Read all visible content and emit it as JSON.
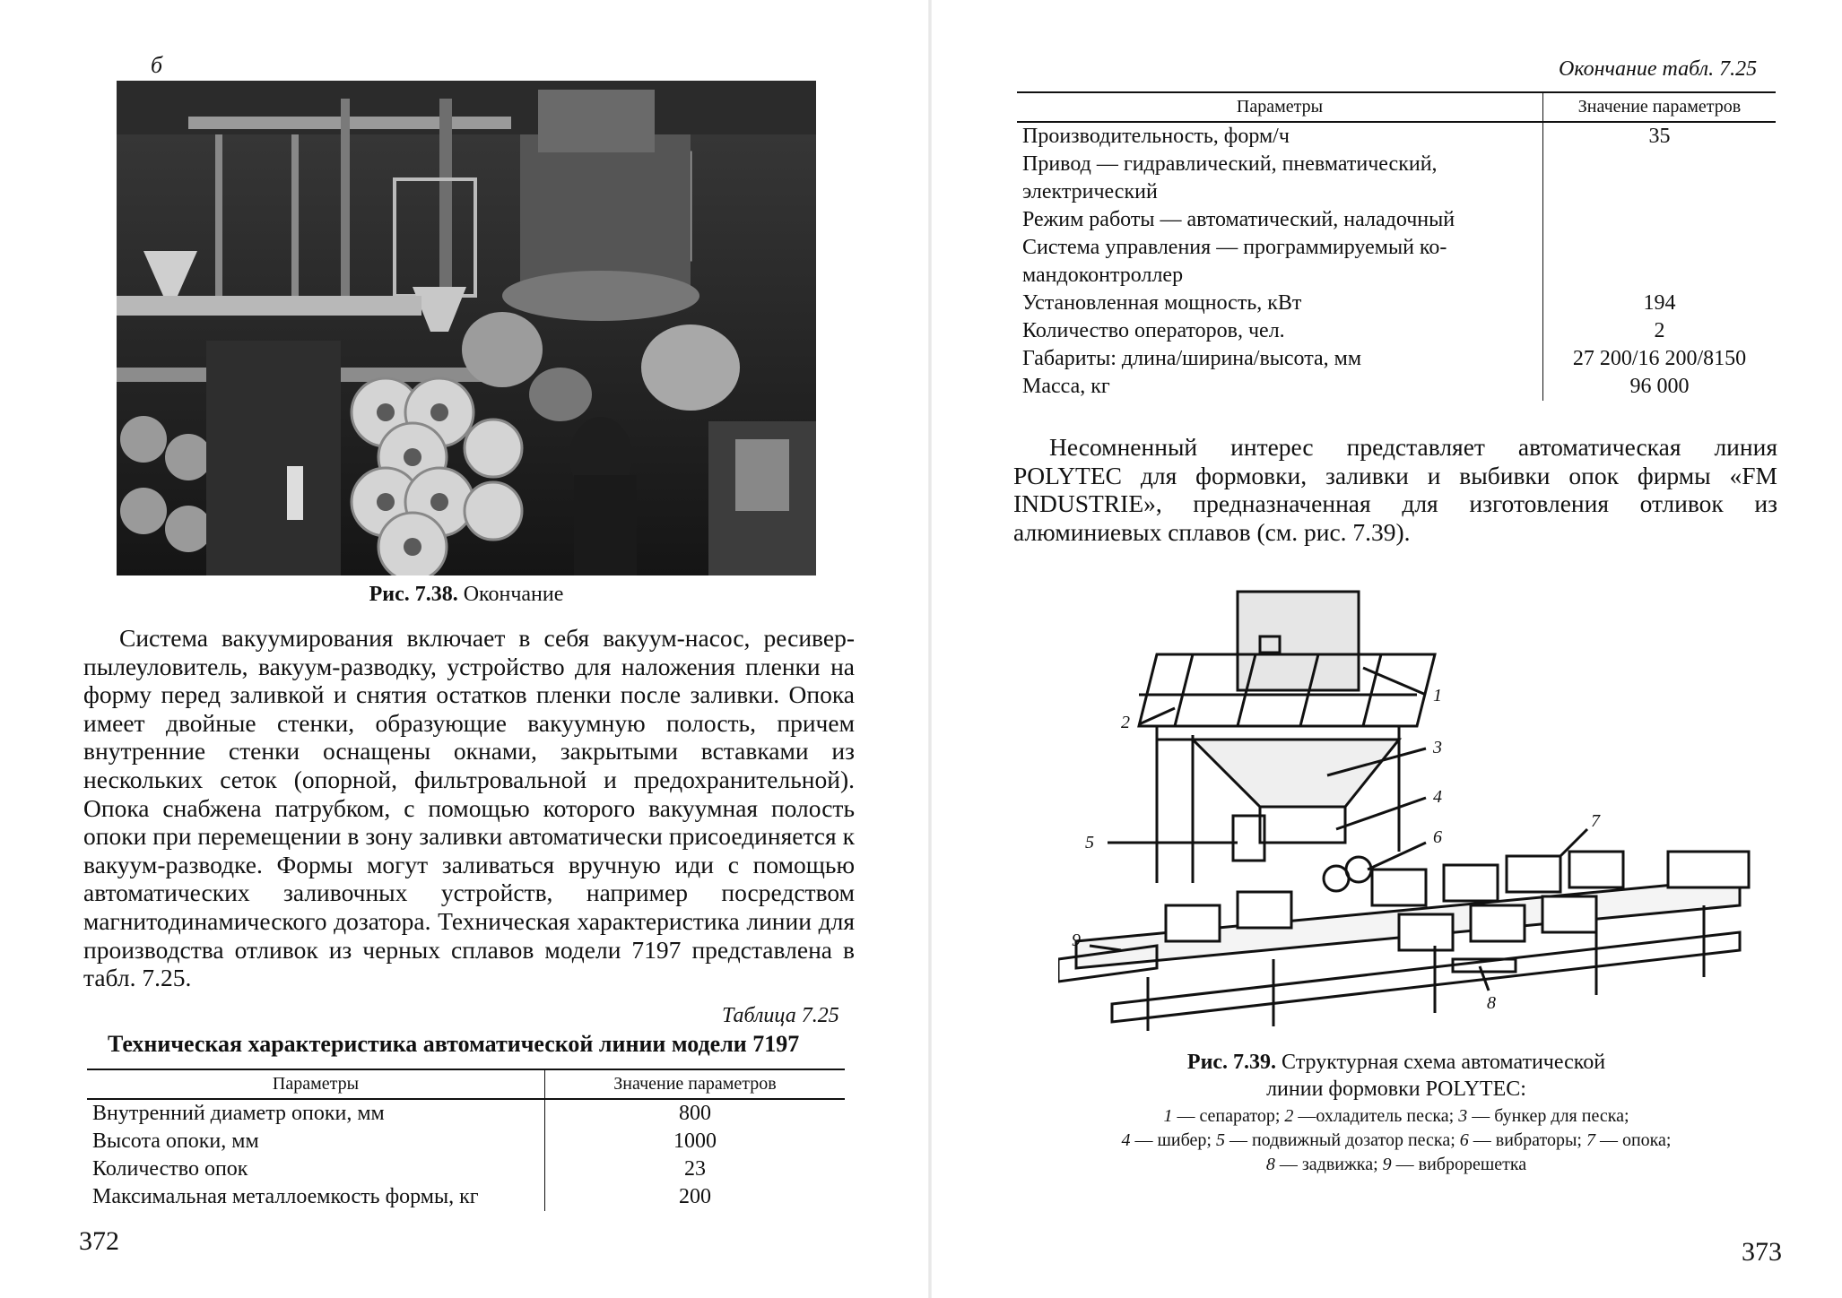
{
  "left_page": {
    "figure_label": "б",
    "figure_caption": {
      "bold": "Рис. 7.38.",
      "text": " Окончание"
    },
    "paragraph": "Система вакуумирования включает в себя вакуум-насос, ресивер-пылеуловитель, вакуум-разводку, устройство для наложения пленки на форму перед заливкой и снятия остатков пленки после заливки. Опока имеет двойные стенки, образующие вакуумную полость, причем внутренние стенки оснащены окнами, закрытыми вставками из нескольких сеток (опорной, фильтровальной и предохранительной). Опока снабжена патрубком, с помощью которого вакуумная полость опоки при перемещении в зону заливки автоматически присоединяется к вакуум-разводке. Формы могут заливаться вручную иди с помощью автоматических заливочных устройств, например посредством магнитодинамического дозатора. Техническая характеристика линии для производства отливок из черных сплавов модели 7197 представлена в табл. 7.25.",
    "table_number": "Таблица 7.25",
    "table_title": "Техническая характеристика автоматической линии модели 7197",
    "table": {
      "headers": [
        "Параметры",
        "Значение параметров"
      ],
      "rows": [
        [
          "Внутренний диаметр опоки, мм",
          "800"
        ],
        [
          "Высота опоки, мм",
          "1000"
        ],
        [
          "Количество опок",
          "23"
        ],
        [
          "Максимальная металлоемкость формы, кг",
          "200"
        ]
      ]
    },
    "page_number": "372"
  },
  "right_page": {
    "table_continuation": "Окончание табл. 7.25",
    "table": {
      "headers": [
        "Параметры",
        "Значение параметров"
      ],
      "rows": [
        [
          "Производительность, форм/ч",
          "35"
        ],
        [
          "Привод — гидравлический, пневматический,",
          ""
        ],
        [
          "электрический",
          ""
        ],
        [
          "Режим работы — автоматический, наладочный",
          ""
        ],
        [
          "Система управления — программируемый ко-",
          ""
        ],
        [
          "мандоконтроллер",
          ""
        ],
        [
          "Установленная мощность, кВт",
          "194"
        ],
        [
          "Количество операторов, чел.",
          "2"
        ],
        [
          "Габариты: длина/ширина/высота, мм",
          "27 200/16 200/8150"
        ],
        [
          "Масса, кг",
          "96 000"
        ]
      ]
    },
    "paragraph": "Несомненный интерес представляет автоматическая линия POLYTEC для формовки, заливки и выбивки опок фирмы «FM INDUSTRIE», предназначенная для изготовления отливок из алюминиевых сплавов (см. рис. 7.39).",
    "schema_labels": [
      "1",
      "2",
      "3",
      "4",
      "5",
      "6",
      "7",
      "8",
      "9"
    ],
    "figure_caption": {
      "bold": "Рис. 7.39.",
      "line1": " Структурная схема автоматической",
      "line2": "линии формовки POLYTEC:"
    },
    "legend": [
      [
        {
          "n": "1",
          "t": " — сепаратор; "
        },
        {
          "n": "2",
          "t": " —охладитель песка; "
        },
        {
          "n": "3",
          "t": " — бункер для песка;"
        }
      ],
      [
        {
          "n": "4",
          "t": " — шибер; "
        },
        {
          "n": "5",
          "t": " — подвижный дозатор песка; "
        },
        {
          "n": "6",
          "t": " — вибраторы; "
        },
        {
          "n": "7",
          "t": " — опока;"
        }
      ],
      [
        {
          "n": "8",
          "t": " — задвижка; "
        },
        {
          "n": "9",
          "t": " — виброрешетка"
        }
      ]
    ],
    "page_number": "373"
  }
}
